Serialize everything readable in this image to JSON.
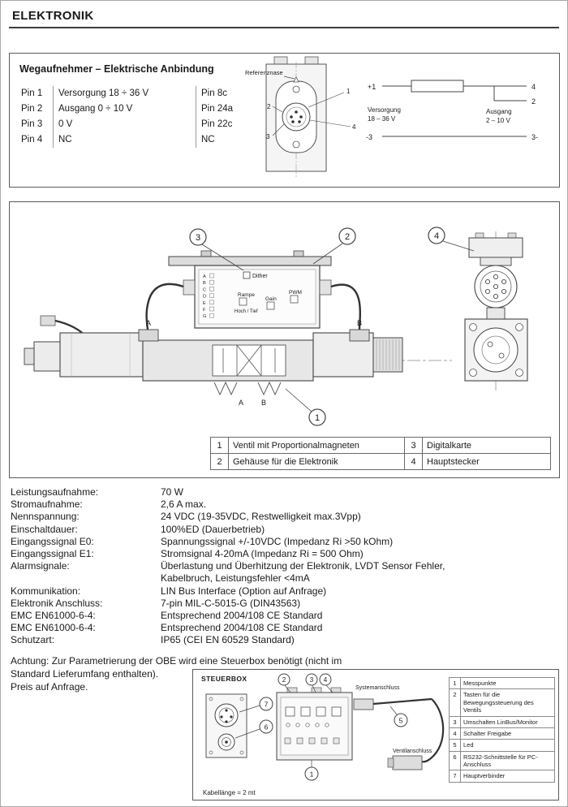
{
  "page": {
    "title": "ELEKTRONIK"
  },
  "wegaufnehmer": {
    "title": "Wegaufnehmer – Elektrische Anbindung",
    "pin_rows": [
      {
        "pin": "Pin 1",
        "desc": "Versorgung 18 ÷ 36 V",
        "card_pin": "Pin 8c"
      },
      {
        "pin": "Pin 2",
        "desc": "Ausgang 0 ÷ 10 V",
        "card_pin": "Pin 24a"
      },
      {
        "pin": "Pin 3",
        "desc": "0 V",
        "card_pin": "Pin 22c"
      },
      {
        "pin": "Pin 4",
        "desc": "NC",
        "card_pin": "NC"
      }
    ],
    "connector": {
      "reference_label": "Referenznase",
      "pins": [
        "1",
        "2",
        "3",
        "4"
      ]
    },
    "schematic": {
      "terminal_plus": "+1",
      "terminal_minus": "-3",
      "out_top": "4",
      "out_mid": "2",
      "out_bottom": "3-",
      "supply_label": "Versorgung",
      "supply_range": "18 – 36 V",
      "output_label": "Ausgang",
      "output_range": "2 – 10 V"
    }
  },
  "valve": {
    "callout_1": "1",
    "callout_2": "2",
    "callout_3": "3",
    "callout_4": "4",
    "dither": "Dither",
    "rampe": "Rampe",
    "hoch_tief": "Hoch / Tief",
    "gain": "Gain",
    "pwm": "PWM",
    "terminals": [
      "A",
      "B",
      "C",
      "D",
      "E",
      "F",
      "G"
    ],
    "port_a": "A",
    "port_b": "B",
    "bottom_a": "A",
    "bottom_b": "B",
    "legend": [
      {
        "num": "1",
        "label": "Ventil mit Proportionalmagneten"
      },
      {
        "num": "2",
        "label": "Gehäuse für die Elektronik"
      },
      {
        "num": "3",
        "label": "Digitalkarte"
      },
      {
        "num": "4",
        "label": "Hauptstecker"
      }
    ]
  },
  "specs": {
    "rows": [
      {
        "label": "Leistungsaufnahme:",
        "value": "70 W"
      },
      {
        "label": "Stromaufnahme:",
        "value": "2,6 A max."
      },
      {
        "label": "Nennspannung:",
        "value": "24 VDC (19-35VDC, Restwelligkeit max.3Vpp)"
      },
      {
        "label": "Einschaltdauer:",
        "value": "100%ED (Dauerbetrieb)"
      },
      {
        "label": "Eingangssignal E0:",
        "value": "Spannungssignal +/-10VDC (Impedanz Ri >50 kOhm)"
      },
      {
        "label": "Eingangssignal E1:",
        "value": "Stromsignal 4-20mA (Impedanz Ri = 500 Ohm)"
      },
      {
        "label": "Alarmsignale:",
        "value": "Überlastung und Überhitzung der Elektronik, LVDT Sensor Fehler,\nKabelbruch, Leistungsfehler <4mA"
      },
      {
        "label": "Kommunikation:",
        "value": "LIN Bus Interface (Option auf Anfrage)"
      },
      {
        "label": "Elektronik Anschluss:",
        "value": "7-pin MIL-C-5015-G (DIN43563)"
      },
      {
        "label": "EMC EN61000-6-4:",
        "value": "Entsprechend 2004/108 CE Standard"
      },
      {
        "label": "EMC EN61000-6-4:",
        "value": "Entsprechend 2004/108 CE Standard"
      },
      {
        "label": "Schutzart:",
        "value": "IP65 (CEI EN 60529 Standard)"
      }
    ]
  },
  "achtung": {
    "text": "Achtung: Zur Parametrierung der OBE wird eine Steuerbox benötigt (nicht im Standard Lieferumfang enthalten).",
    "price": "Preis auf Anfrage."
  },
  "steuerbox": {
    "title": "STEUERBOX",
    "system_label": "Systemanschluss",
    "valve_label": "Ventilanschluss",
    "cable_note": "Kabellänge = 2 mt",
    "callout_1": "1",
    "callout_2": "2",
    "callout_3": "3",
    "callout_4": "4",
    "callout_5": "5",
    "callout_6": "6",
    "callout_7": "7",
    "legend": [
      {
        "num": "1",
        "label": "Messpunkte"
      },
      {
        "num": "2",
        "label": "Tasten für die Bewegungssteuerung des Ventils"
      },
      {
        "num": "3",
        "label": "Umschalten LinBus/Monitor"
      },
      {
        "num": "4",
        "label": "Schalter Freigabe"
      },
      {
        "num": "5",
        "label": "Led"
      },
      {
        "num": "6",
        "label": "RS232-Schnittstelle für PC-Anschluss"
      },
      {
        "num": "7",
        "label": "Hauptverbinder"
      }
    ]
  }
}
